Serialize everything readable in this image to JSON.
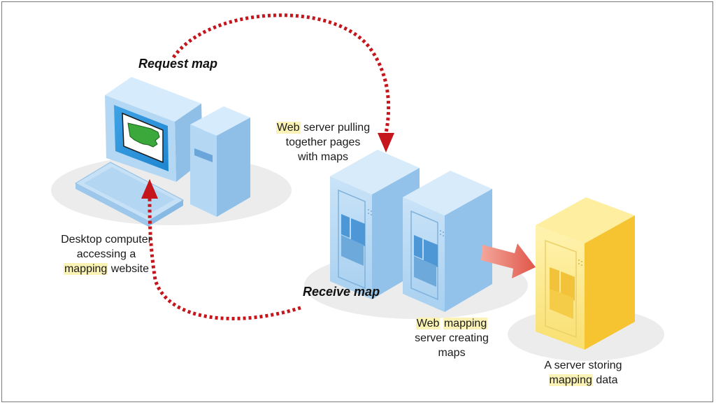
{
  "arrow_labels": {
    "request": "Request map",
    "receive": "Receive map"
  },
  "desktop_label": {
    "line1": "Desktop computer",
    "line2": "accessing a",
    "line3_highlight": "mapping",
    "line3_rest": " website"
  },
  "web_server_label": {
    "line1_highlight": "Web",
    "line1_rest": " server pulling",
    "line2": "together pages",
    "line3": "with maps"
  },
  "mapping_server_label": {
    "line1_highlight1": "Web",
    "line1_space": " ",
    "line1_highlight2": "mapping",
    "line2": "server creating",
    "line3": "maps"
  },
  "data_server_label": {
    "line1": "A server storing",
    "line2_highlight": "mapping",
    "line2_rest": " data"
  },
  "colors": {
    "request_arrow": "#c4161c",
    "server_blue": "#a9d0ef",
    "server_yellow": "#f9d04a",
    "transfer_arrow": "#e8786a",
    "map_green": "#3aa83a",
    "highlight": "#fbf3b6"
  }
}
